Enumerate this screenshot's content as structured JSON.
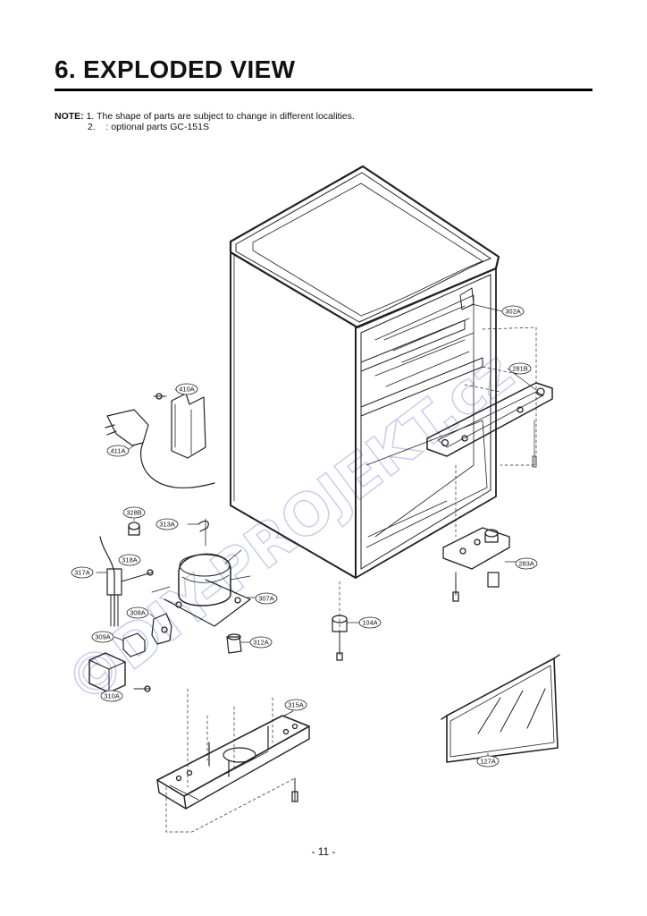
{
  "page": {
    "title": "6. EXPLODED VIEW",
    "note_label": "NOTE:",
    "note_1": " 1. The shape of parts are subject to change in different localities.",
    "note_2": "2.    : optional parts GC-151S",
    "page_number": "- 11 -",
    "watermark": "©DIY-PROJEKT.cz"
  },
  "callouts": {
    "c302A": "302A",
    "c281B": "281B",
    "c410A": "410A",
    "c411A": "411A",
    "c328B": "328B",
    "c313A": "313A",
    "c318A": "318A",
    "c317A": "317A",
    "c307A": "307A",
    "c308A": "308A",
    "c309A": "309A",
    "c312A": "312A",
    "c310A": "310A",
    "c104A": "104A",
    "c283A": "283A",
    "c315A": "315A",
    "c127A": "127A"
  },
  "colors": {
    "line": "#222222",
    "watermark": "#c9ccef"
  }
}
